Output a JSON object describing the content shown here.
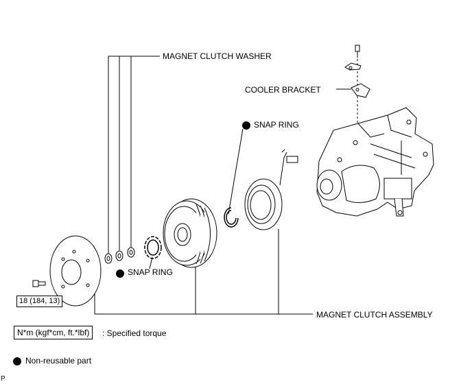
{
  "labels": {
    "magnet_clutch_washer": "MAGNET CLUTCH WASHER",
    "cooler_bracket": "COOLER BRACKET",
    "snap_ring_upper": "SNAP RING",
    "snap_ring_lower": "SNAP RING",
    "magnet_clutch_assembly": "MAGNET CLUTCH ASSEMBLY"
  },
  "torque": {
    "bolt_spec": "18 (184, 13)"
  },
  "legend": {
    "torque_unit": "N*m (kgf*cm, ft.*lbf)",
    "torque_desc": ": Specified torque",
    "nonreusable_desc": "Non-reusable part"
  },
  "corner_mark": "P",
  "colors": {
    "line": "#000000",
    "background": "#ffffff"
  }
}
